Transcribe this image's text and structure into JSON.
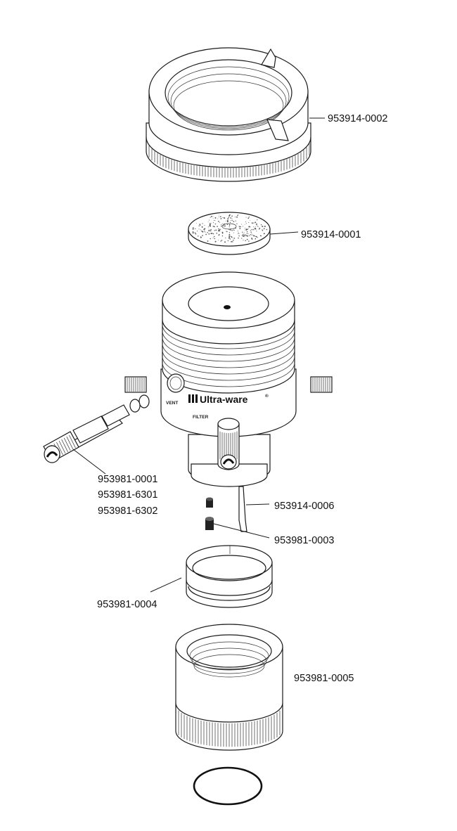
{
  "parts": [
    {
      "id": "cap",
      "part_numbers": [
        "953914-0002"
      ]
    },
    {
      "id": "filter-disc",
      "part_numbers": [
        "953914-0001"
      ]
    },
    {
      "id": "adapter-fitting",
      "part_numbers": [
        "953981-0001",
        "953981-6301",
        "953981-6302"
      ]
    },
    {
      "id": "pin",
      "part_numbers": [
        "953914-0006"
      ]
    },
    {
      "id": "set-screw",
      "part_numbers": [
        "953981-0003"
      ]
    },
    {
      "id": "ring",
      "part_numbers": [
        "953981-0004"
      ]
    },
    {
      "id": "bottom-collar",
      "part_numbers": [
        "953981-0005"
      ]
    }
  ],
  "body": {
    "brand": "Ultra-ware",
    "trademark": "®",
    "markings": {
      "vent": "VENT",
      "filter": "FILTER"
    }
  },
  "colors": {
    "line": "#1a1a1a",
    "background": "#ffffff"
  }
}
